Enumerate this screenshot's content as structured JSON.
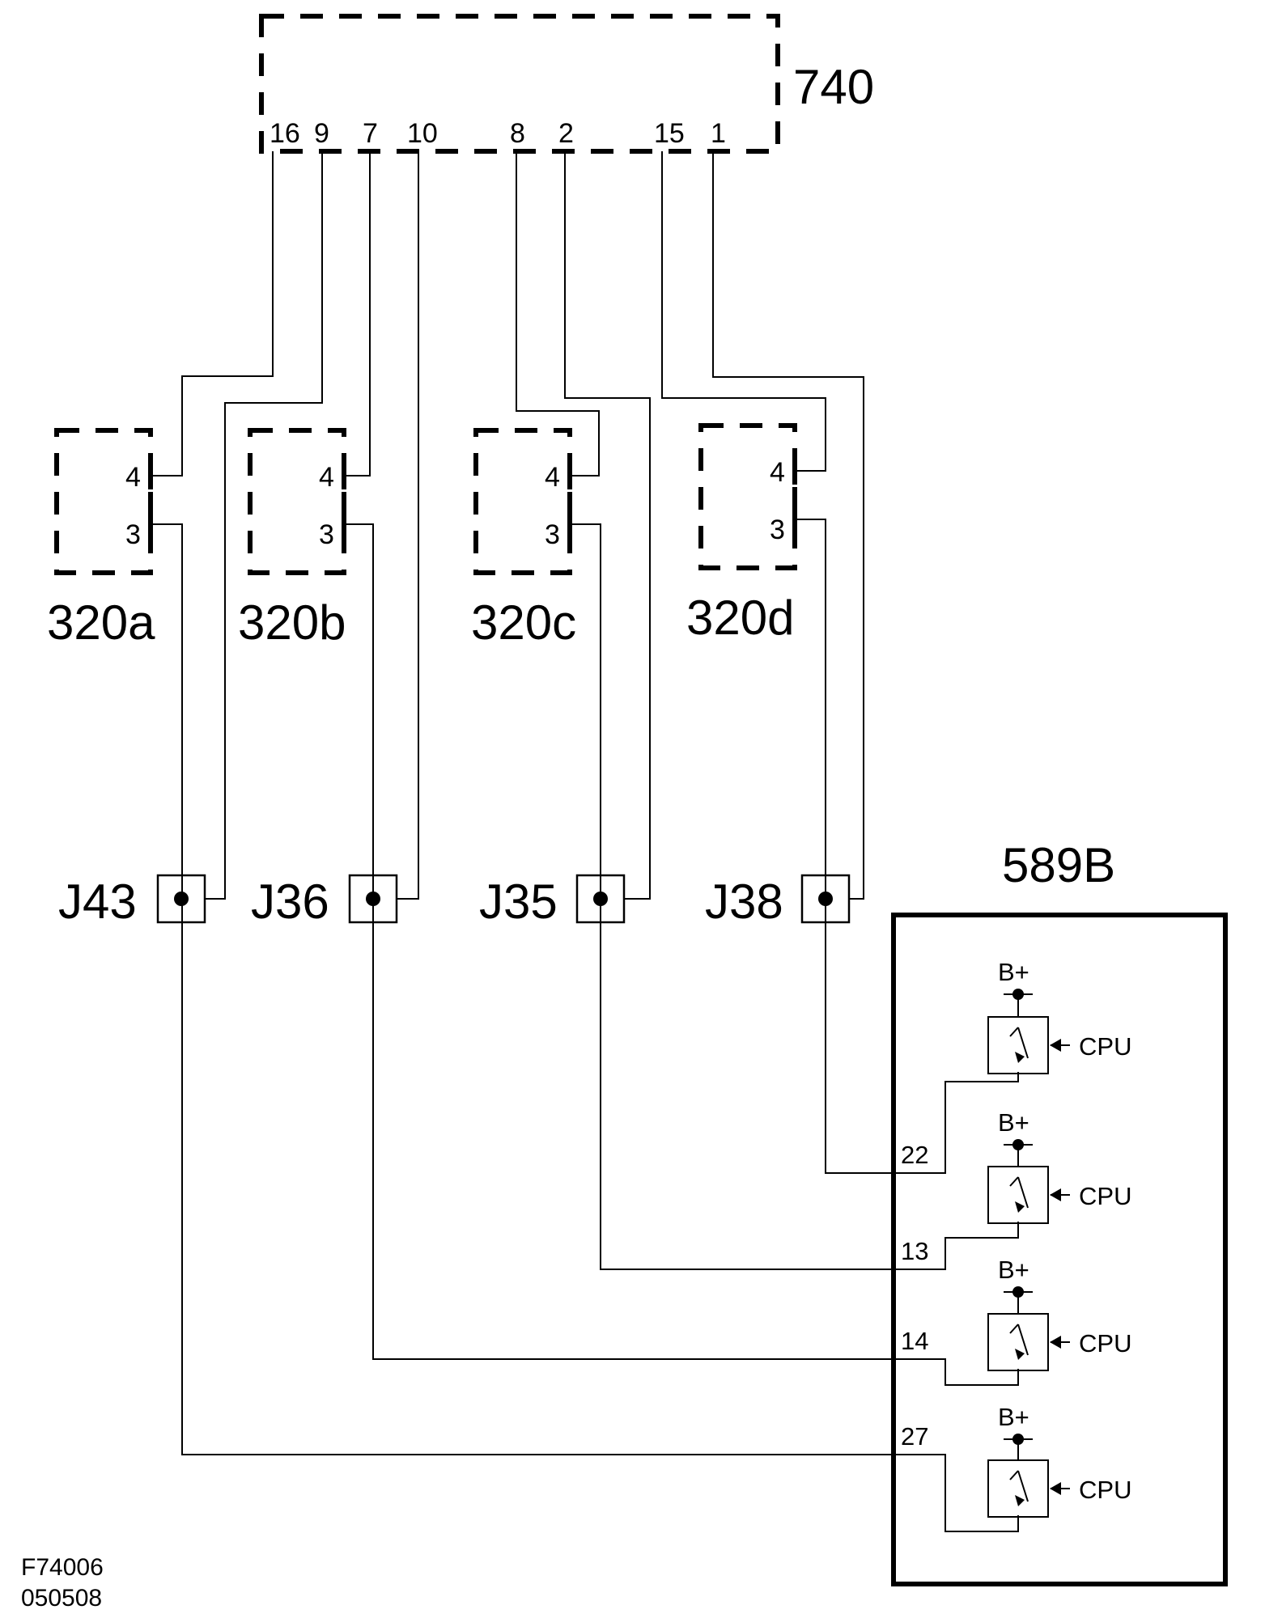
{
  "module_740": {
    "label": "740",
    "pins": [
      "16",
      "9",
      "7",
      "10",
      "8",
      "2",
      "15",
      "1"
    ]
  },
  "connectors": [
    {
      "label": "320a",
      "pin_upper": "4",
      "pin_lower": "3"
    },
    {
      "label": "320b",
      "pin_upper": "4",
      "pin_lower": "3"
    },
    {
      "label": "320c",
      "pin_upper": "4",
      "pin_lower": "3"
    },
    {
      "label": "320d",
      "pin_upper": "4",
      "pin_lower": "3"
    }
  ],
  "jacks": [
    "J43",
    "J36",
    "J35",
    "J38"
  ],
  "module_589b": {
    "label": "589B",
    "supply_label": "B+",
    "control_label": "CPU",
    "output_pins": [
      "22",
      "13",
      "14",
      "27"
    ]
  },
  "footer": {
    "figure_id": "F74006",
    "date_code": "050508"
  }
}
